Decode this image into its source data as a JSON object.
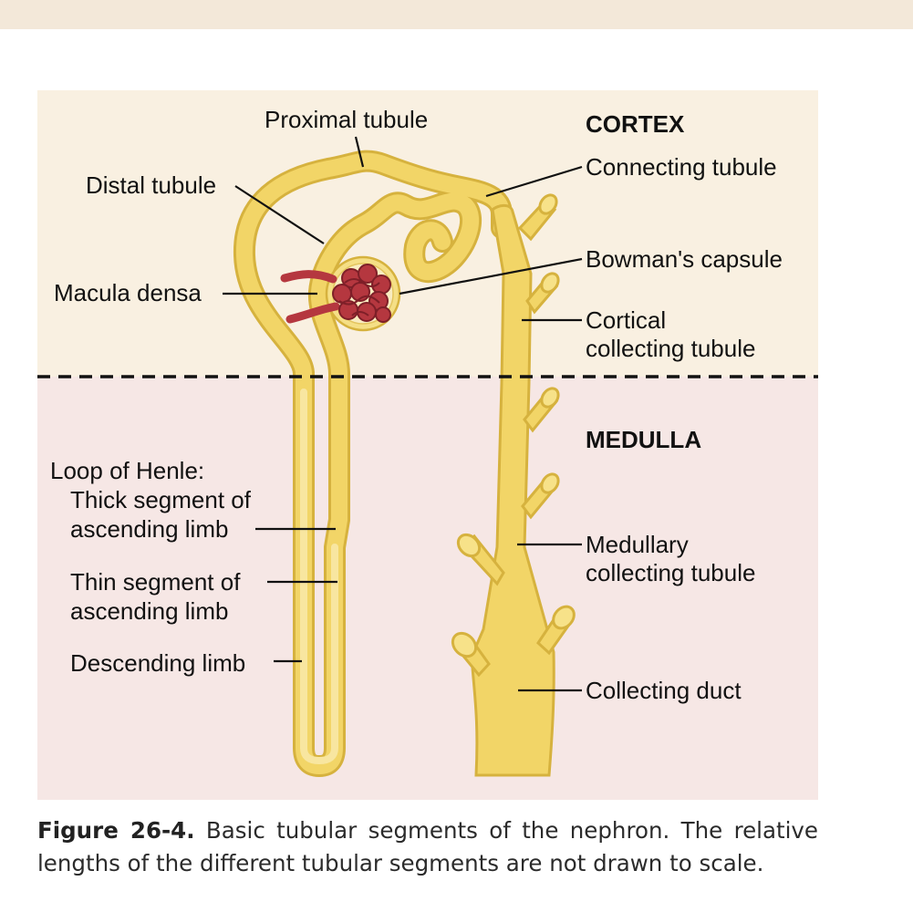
{
  "regions": {
    "cortex": "CORTEX",
    "medulla": "MEDULLA"
  },
  "labels": {
    "proximal_tubule": "Proximal tubule",
    "distal_tubule": "Distal tubule",
    "macula_densa": "Macula densa",
    "connecting_tubule": "Connecting tubule",
    "bowmans_capsule": "Bowman's capsule",
    "cortical_collecting_tubule": [
      "Cortical",
      "collecting tubule"
    ],
    "loop_of_henle": "Loop of Henle:",
    "thick_ascending": [
      "Thick segment of",
      "ascending limb"
    ],
    "thin_ascending": [
      "Thin segment of",
      "ascending limb"
    ],
    "descending_limb": "Descending limb",
    "medullary_collecting_tubule": [
      "Medullary",
      "collecting tubule"
    ],
    "collecting_duct": "Collecting duct"
  },
  "caption": {
    "number": "Figure 26-4.",
    "text": "Basic tubular segments of the nephron. The relative lengths of the different tubular segments are not drawn to scale."
  },
  "colors": {
    "cortex_bg": "#f9f0e1",
    "medulla_bg": "#f6e7e5",
    "tubule": "#f2d567",
    "tubule_outline": "#d6b23e",
    "glomerulus": "#b5373f"
  }
}
